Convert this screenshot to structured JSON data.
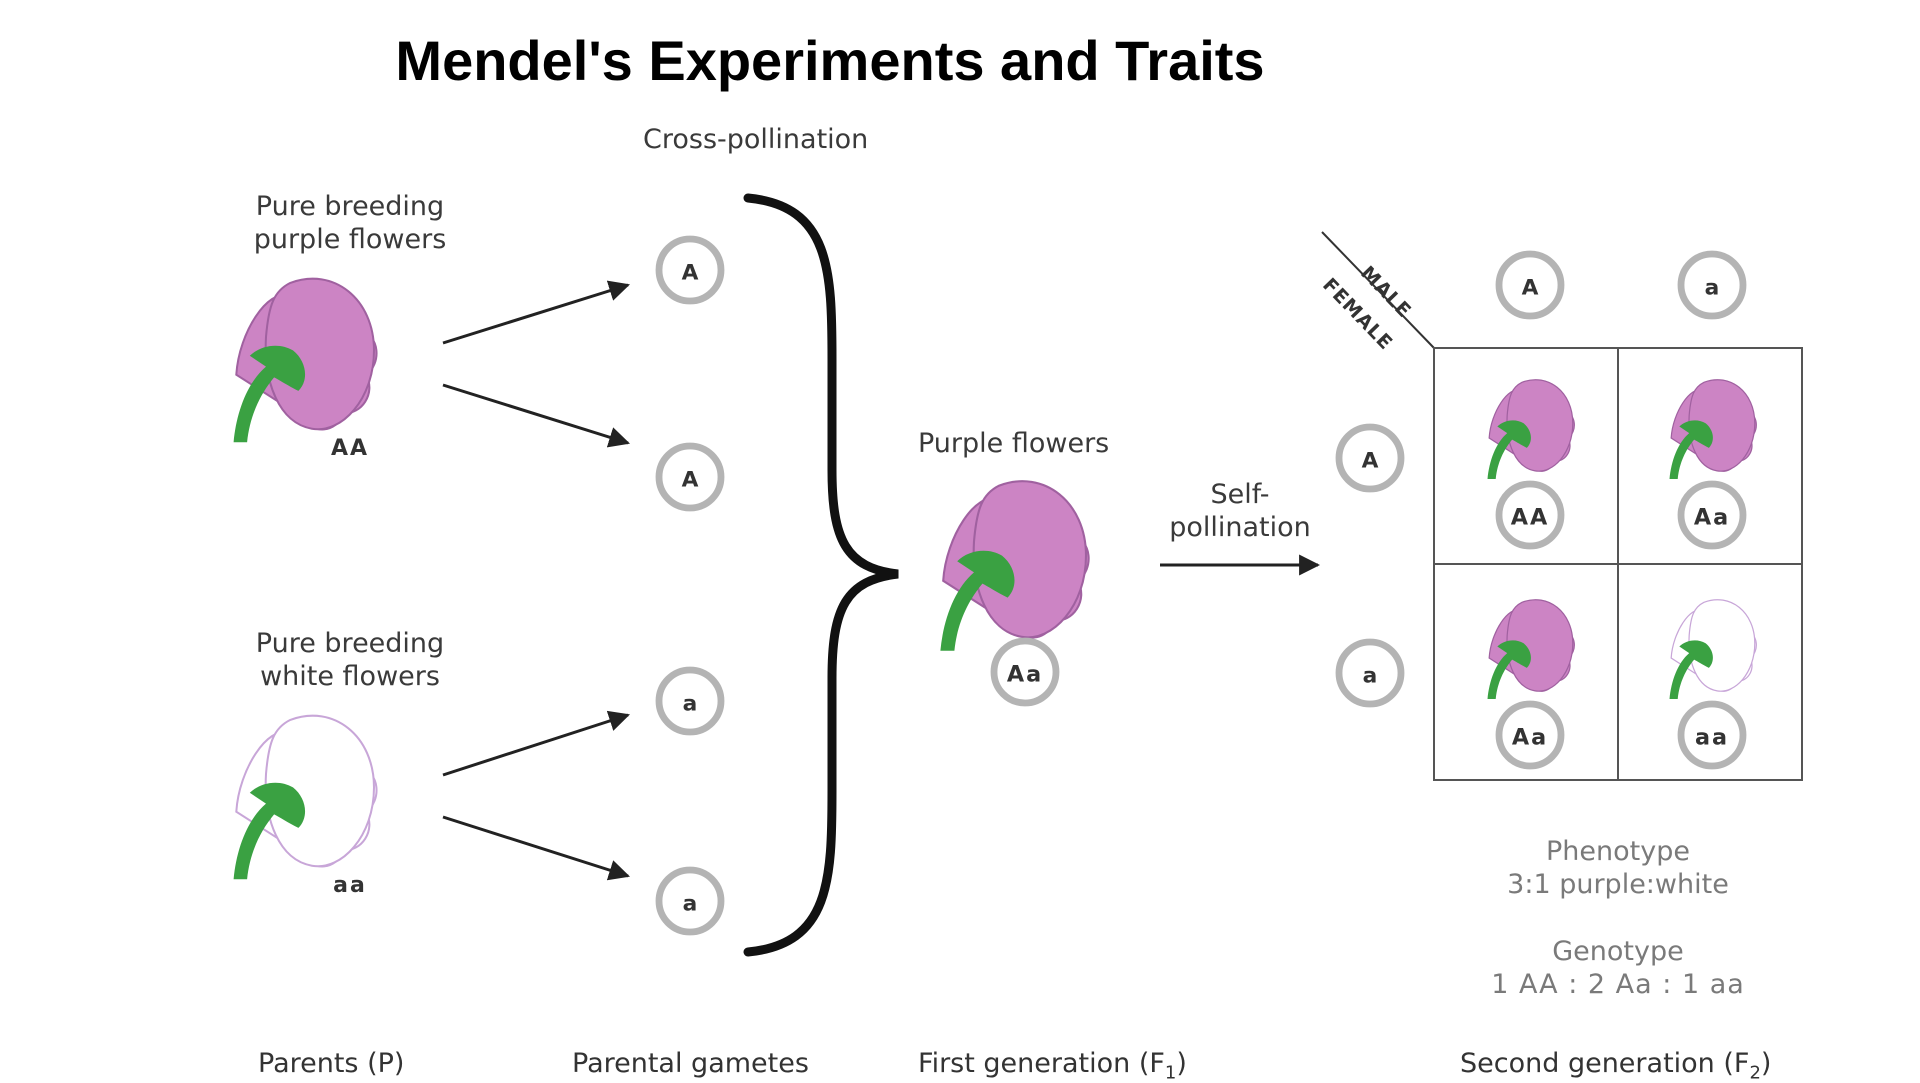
{
  "title": "Mendel's Experiments and Traits",
  "labels": {
    "cross_pollination": "Cross-pollination",
    "pure_purple_line1": "Pure breeding",
    "pure_purple_line2": "purple flowers",
    "pure_white_line1": "Pure breeding",
    "pure_white_line2": "white flowers",
    "purple_flowers": "Purple flowers",
    "self_line1": "Self-",
    "self_line2": "pollination",
    "male": "MALE",
    "female": "FEMALE"
  },
  "parents": {
    "purple_genotype": "AA",
    "white_genotype": "aa"
  },
  "gametes": [
    "A",
    "A",
    "a",
    "a"
  ],
  "f1": {
    "genotype": "Aa"
  },
  "punnett": {
    "male": [
      "A",
      "a"
    ],
    "female": [
      "A",
      "a"
    ],
    "cells": [
      {
        "genotype": "AA",
        "color": "purple"
      },
      {
        "genotype": "Aa",
        "color": "purple"
      },
      {
        "genotype": "Aa",
        "color": "purple"
      },
      {
        "genotype": "aa",
        "color": "white"
      }
    ]
  },
  "ratios": {
    "phenotype_title": "Phenotype",
    "phenotype_value": "3:1 purple:white",
    "genotype_title": "Genotype",
    "genotype_value": "1 AA : 2 Aa : 1 aa"
  },
  "captions": {
    "parents": "Parents (P)",
    "gametes": "Parental gametes",
    "f1_prefix": "First generation (F",
    "f1_sub": "1",
    "f2_prefix": "Second generation (F",
    "f2_sub": "2",
    "suffix": ")"
  },
  "colors": {
    "purple_petal": "#cc84c4",
    "purple_edge": "#a061a0",
    "white_petal": "#ffffff",
    "white_edge": "#c8a6d8",
    "stem": "#3aa142",
    "allele_ring": "#b4b4b4"
  }
}
